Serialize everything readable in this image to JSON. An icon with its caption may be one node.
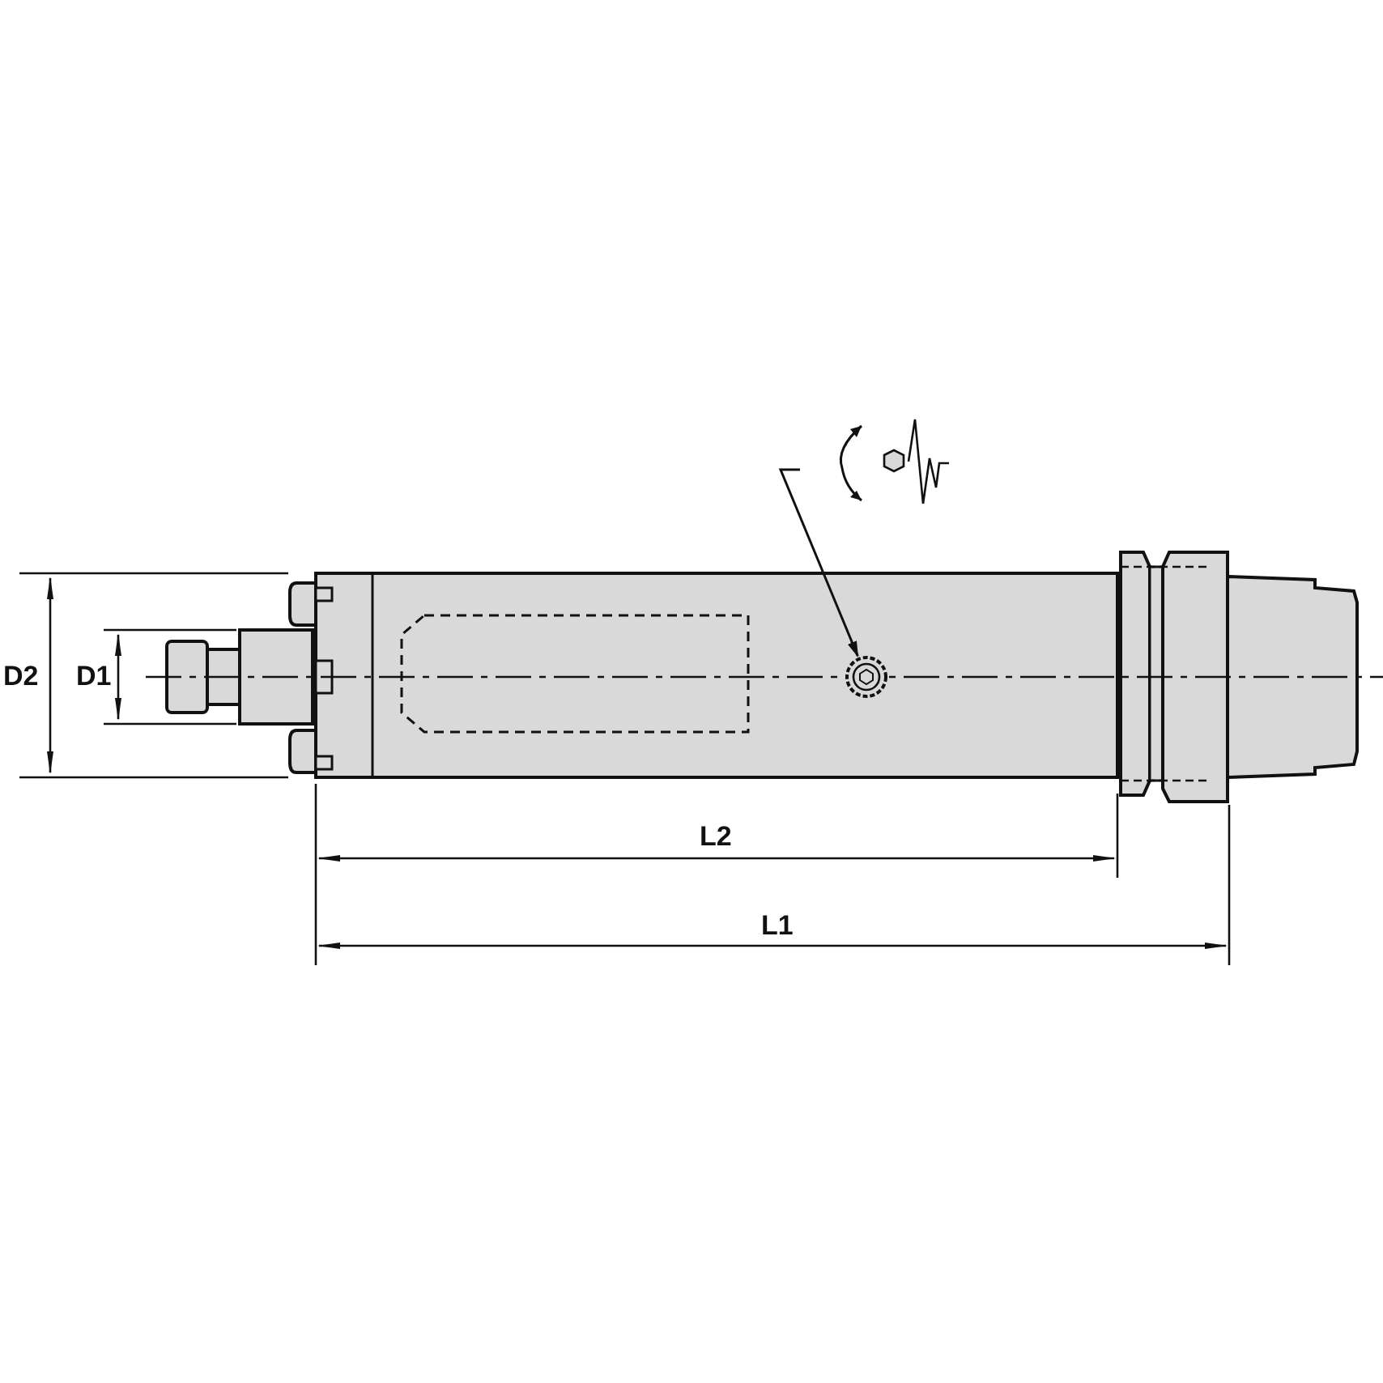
{
  "diagram": {
    "nodes": [
      {
        "text": [],
        "shape": "picture"
      },
      {
        "text": [],
        "shape": "circle"
      }
    ],
    "edges": [
      {
        "from": 0,
        "to": 1,
        "arrow": "to"
      }
    ],
    "labels": [
      "D2",
      "D1",
      "L2",
      "L1"
    ]
  }
}
